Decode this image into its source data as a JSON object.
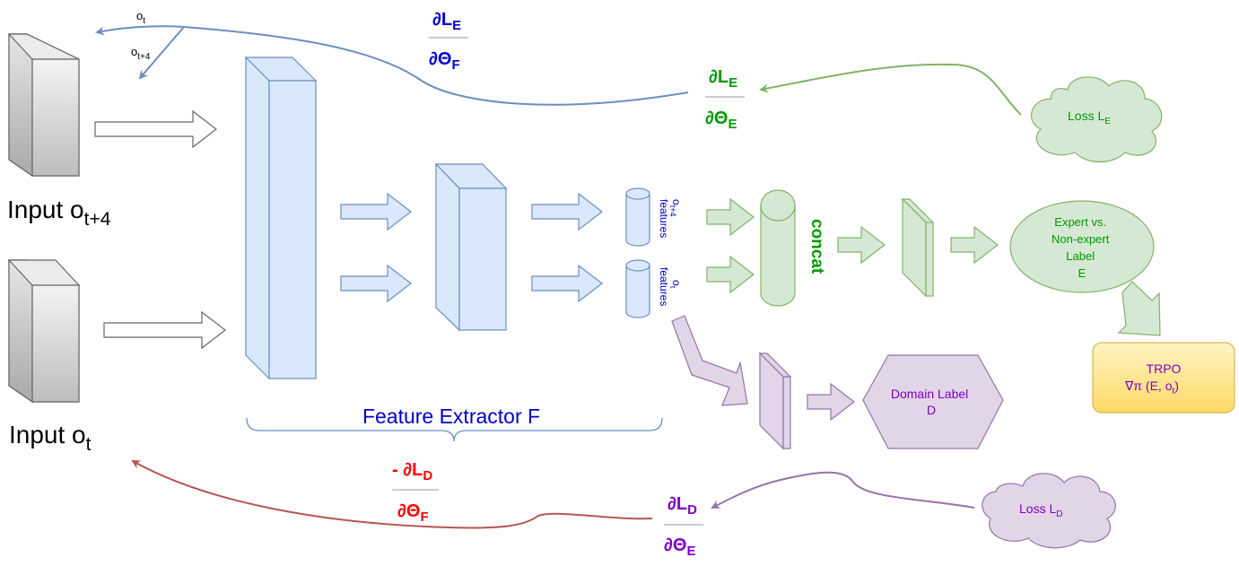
{
  "labels": {
    "input_top_base": "Input o",
    "input_top_sub": "t+4",
    "input_bottom_base": "Input o",
    "input_bottom_sub": "t",
    "feature_extractor": "Feature Extractor F",
    "concat": "concat",
    "feat_t4_base": "o",
    "feat_t4_sub": "t+4",
    "feat_t4_word": "features",
    "feat_t_base": "o",
    "feat_t_sub": "t",
    "feat_t_word": "features",
    "arrow_ot_base": "o",
    "arrow_ot_sub": "t",
    "arrow_ot4_base": "o",
    "arrow_ot4_sub": "t+4"
  },
  "nodes": {
    "expert": {
      "line1": "Expert vs.",
      "line2": "Non-expert",
      "line3": "Label",
      "line4": "E"
    },
    "trpo": {
      "line1": "TRPO",
      "line2": "∇π (E, o",
      "line2_sub": "t",
      "line2_end": ")"
    },
    "domain": {
      "line1": "Domain Label",
      "line2": "D"
    },
    "loss_e": {
      "base": "Loss L",
      "sub": "E"
    },
    "loss_d": {
      "base": "Loss L",
      "sub": "D"
    }
  },
  "gradients": {
    "top_blue": {
      "num": "∂L",
      "num_sub": "E",
      "den": "∂Θ",
      "den_sub": "F"
    },
    "top_green": {
      "num": "∂L",
      "num_sub": "E",
      "den": "∂Θ",
      "den_sub": "E"
    },
    "bottom_red": {
      "num": "- ∂L",
      "num_sub": "D",
      "den": "∂Θ",
      "den_sub": "F"
    },
    "bottom_purple": {
      "num": "∂L",
      "num_sub": "D",
      "den": "∂Θ",
      "den_sub": "E"
    }
  },
  "colors": {
    "blue_fill": "#dae8fc",
    "blue_stroke": "#6c8ebf",
    "green_fill": "#d5e8d4",
    "green_stroke": "#82b366",
    "purple_fill": "#e1d5e7",
    "purple_stroke": "#9673a6",
    "yellow_fill": "#fff2cc",
    "yellow_stroke": "#d6b656",
    "grey_stroke": "#666666",
    "text_blue": "#0000cc",
    "text_green": "#009900",
    "text_red": "#ff0000",
    "text_purple": "#7f00bf"
  }
}
